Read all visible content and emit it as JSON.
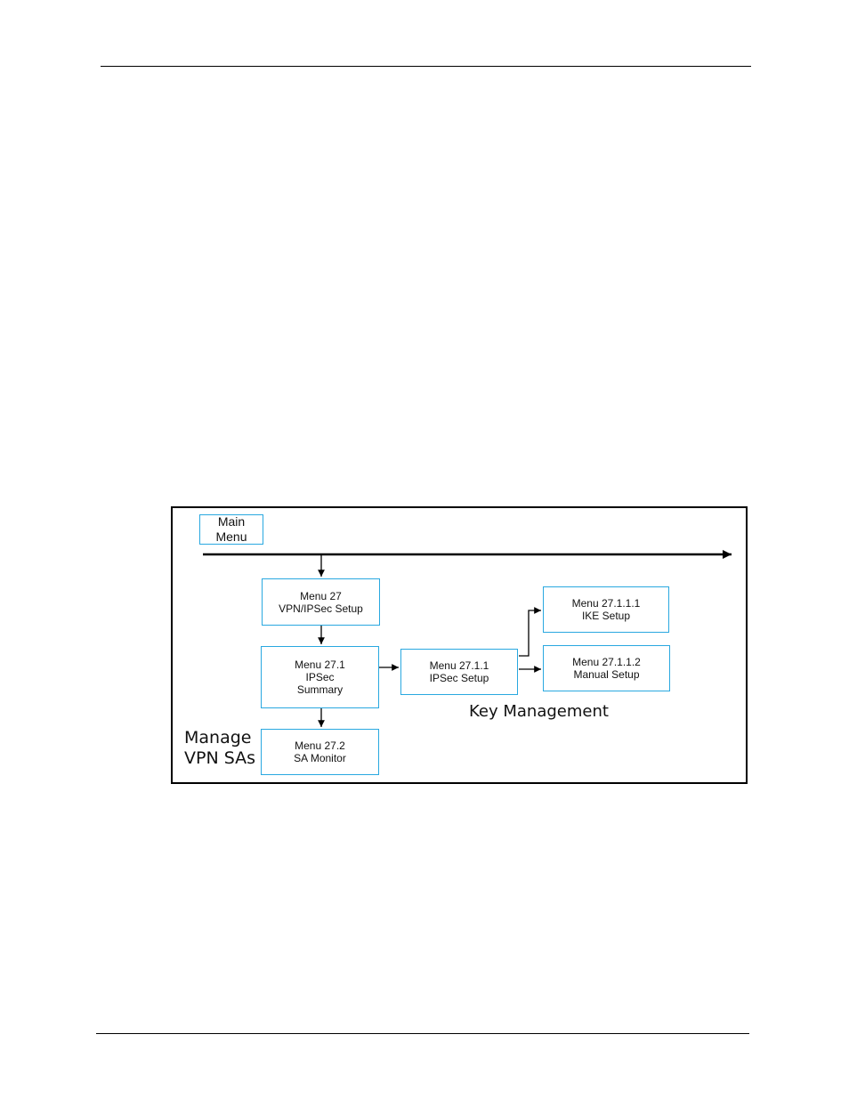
{
  "diagram": {
    "nodes": {
      "main_menu": "Main\nMenu",
      "menu_27": "Menu 27\nVPN/IPSec Setup",
      "menu_27_1": "Menu 27.1\nIPSec\nSummary",
      "menu_27_2": "Menu 27.2\nSA Monitor",
      "menu_27_1_1": "Menu 27.1.1\nIPSec Setup",
      "menu_27_1_1_1": "Menu 27.1.1.1\nIKE Setup",
      "menu_27_1_1_2": "Menu 27.1.1.2\nManual Setup"
    },
    "labels": {
      "key_management": "Key Management",
      "manage_vpn_sas": "Manage\nVPN SAs"
    },
    "edges": [
      {
        "from": "main_menu",
        "to": "menu_27"
      },
      {
        "from": "menu_27",
        "to": "menu_27_1"
      },
      {
        "from": "menu_27_1",
        "to": "menu_27_2"
      },
      {
        "from": "menu_27_1",
        "to": "menu_27_1_1"
      },
      {
        "from": "menu_27_1_1",
        "to": "menu_27_1_1_1"
      },
      {
        "from": "menu_27_1_1",
        "to": "menu_27_1_1_2"
      }
    ],
    "colors": {
      "box_border": "#29a8e0",
      "line": "#000000"
    }
  }
}
